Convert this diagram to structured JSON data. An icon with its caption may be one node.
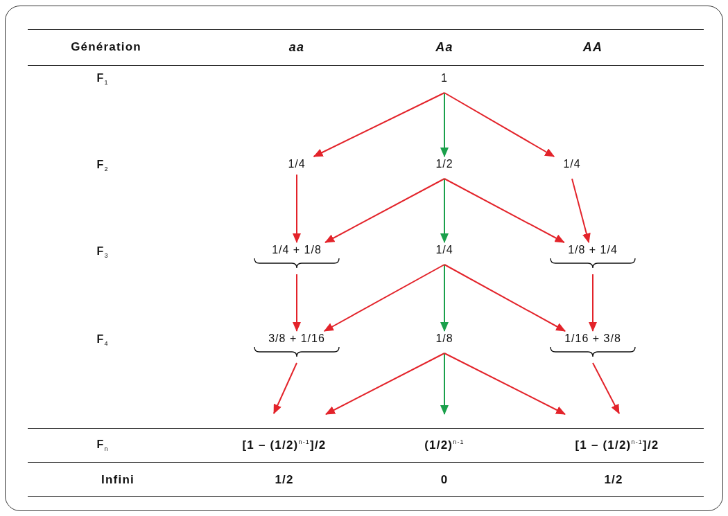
{
  "diagram": {
    "nodes": [
      {
        "text": [
          "1"
        ]
      },
      {
        "text": [
          "1/4"
        ]
      },
      {
        "text": [
          "1/2"
        ]
      },
      {
        "text": [
          "1/4"
        ]
      },
      {
        "text": [
          "1/4 + 1/8"
        ]
      },
      {
        "text": [
          "1/4"
        ]
      },
      {
        "text": [
          "1/8 + 1/4"
        ]
      },
      {
        "text": [
          "3/8 + 1/16"
        ]
      },
      {
        "text": [
          "1/8"
        ]
      },
      {
        "text": [
          "1/16 + 3/8"
        ]
      }
    ],
    "edges": [
      {
        "from": 0,
        "to": 1,
        "arrow": "to"
      },
      {
        "from": 0,
        "to": 2,
        "arrow": "to",
        "color": "#1aa04b"
      },
      {
        "from": 0,
        "to": 3,
        "arrow": "to"
      },
      {
        "from": 1,
        "to": 4,
        "arrow": "to"
      },
      {
        "from": 2,
        "to": 4,
        "arrow": "to"
      },
      {
        "from": 2,
        "to": 5,
        "arrow": "to",
        "color": "#1aa04b"
      },
      {
        "from": 2,
        "to": 6,
        "arrow": "to"
      },
      {
        "from": 3,
        "to": 6,
        "arrow": "to"
      },
      {
        "from": 4,
        "to": 7,
        "arrow": "to"
      },
      {
        "from": 5,
        "to": 7,
        "arrow": "to"
      },
      {
        "from": 5,
        "to": 8,
        "arrow": "to",
        "color": "#1aa04b"
      },
      {
        "from": 5,
        "to": 9,
        "arrow": "to"
      },
      {
        "from": 6,
        "to": 9,
        "arrow": "to"
      },
      {
        "from": 7,
        "to": null,
        "arrow": "to"
      },
      {
        "from": 8,
        "to": null,
        "arrow": "to"
      },
      {
        "from": 8,
        "to": null,
        "arrow": "to",
        "color": "#1aa04b"
      },
      {
        "from": 8,
        "to": null,
        "arrow": "to"
      },
      {
        "from": 9,
        "to": null,
        "arrow": "to"
      }
    ],
    "labels": [
      "Génération",
      "aa",
      "Aa",
      "AA",
      "F$_{1}$",
      "F$_{2}$",
      "F$_{3}$",
      "F$_{4}$",
      "F$_{n}$",
      "[1 – (1/2)$^{n-1}$]/2",
      "(1/2)$^{n-1}$",
      "[1 – (1/2)$^{n-1}$]/2",
      "Infini",
      "1/2",
      "0",
      "1/2"
    ]
  }
}
